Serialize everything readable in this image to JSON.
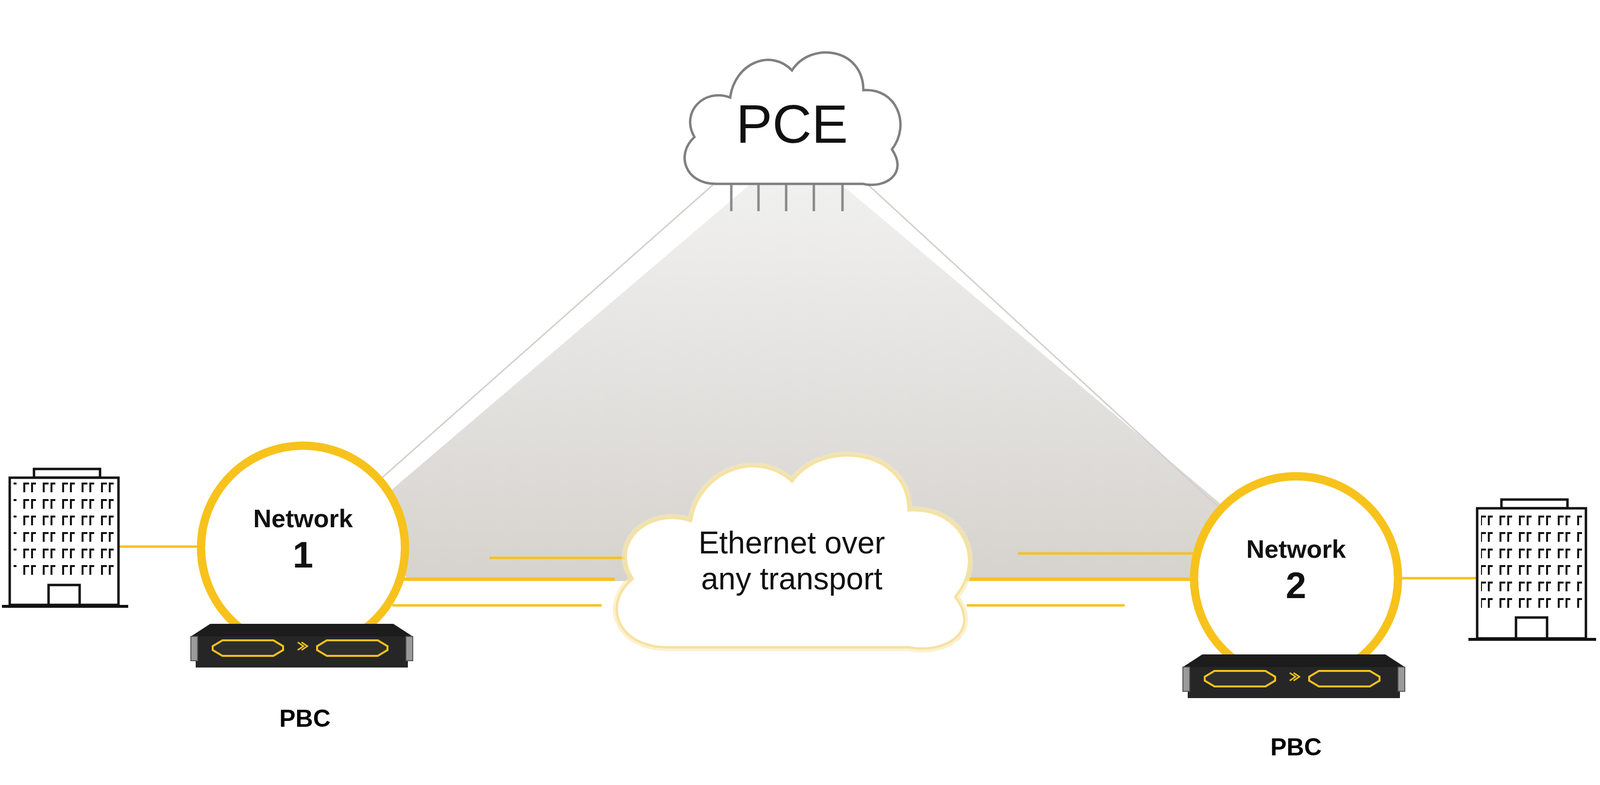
{
  "diagram": {
    "nodes": [
      {
        "text": [
          "PCE"
        ]
      },
      {
        "text": [
          "Network",
          "1"
        ]
      },
      {
        "text": [
          "Ethernet over any transport"
        ]
      },
      {
        "text": [
          "Network",
          "2"
        ]
      }
    ],
    "edges": [
      {
        "from": 0,
        "to": 1,
        "arrow": "none"
      },
      {
        "from": 0,
        "to": 3,
        "arrow": "none"
      },
      {
        "from": 1,
        "to": 2,
        "arrow": "none"
      },
      {
        "from": 2,
        "to": 3,
        "arrow": "none"
      }
    ],
    "labels": [
      "PBC",
      "PBC"
    ]
  }
}
